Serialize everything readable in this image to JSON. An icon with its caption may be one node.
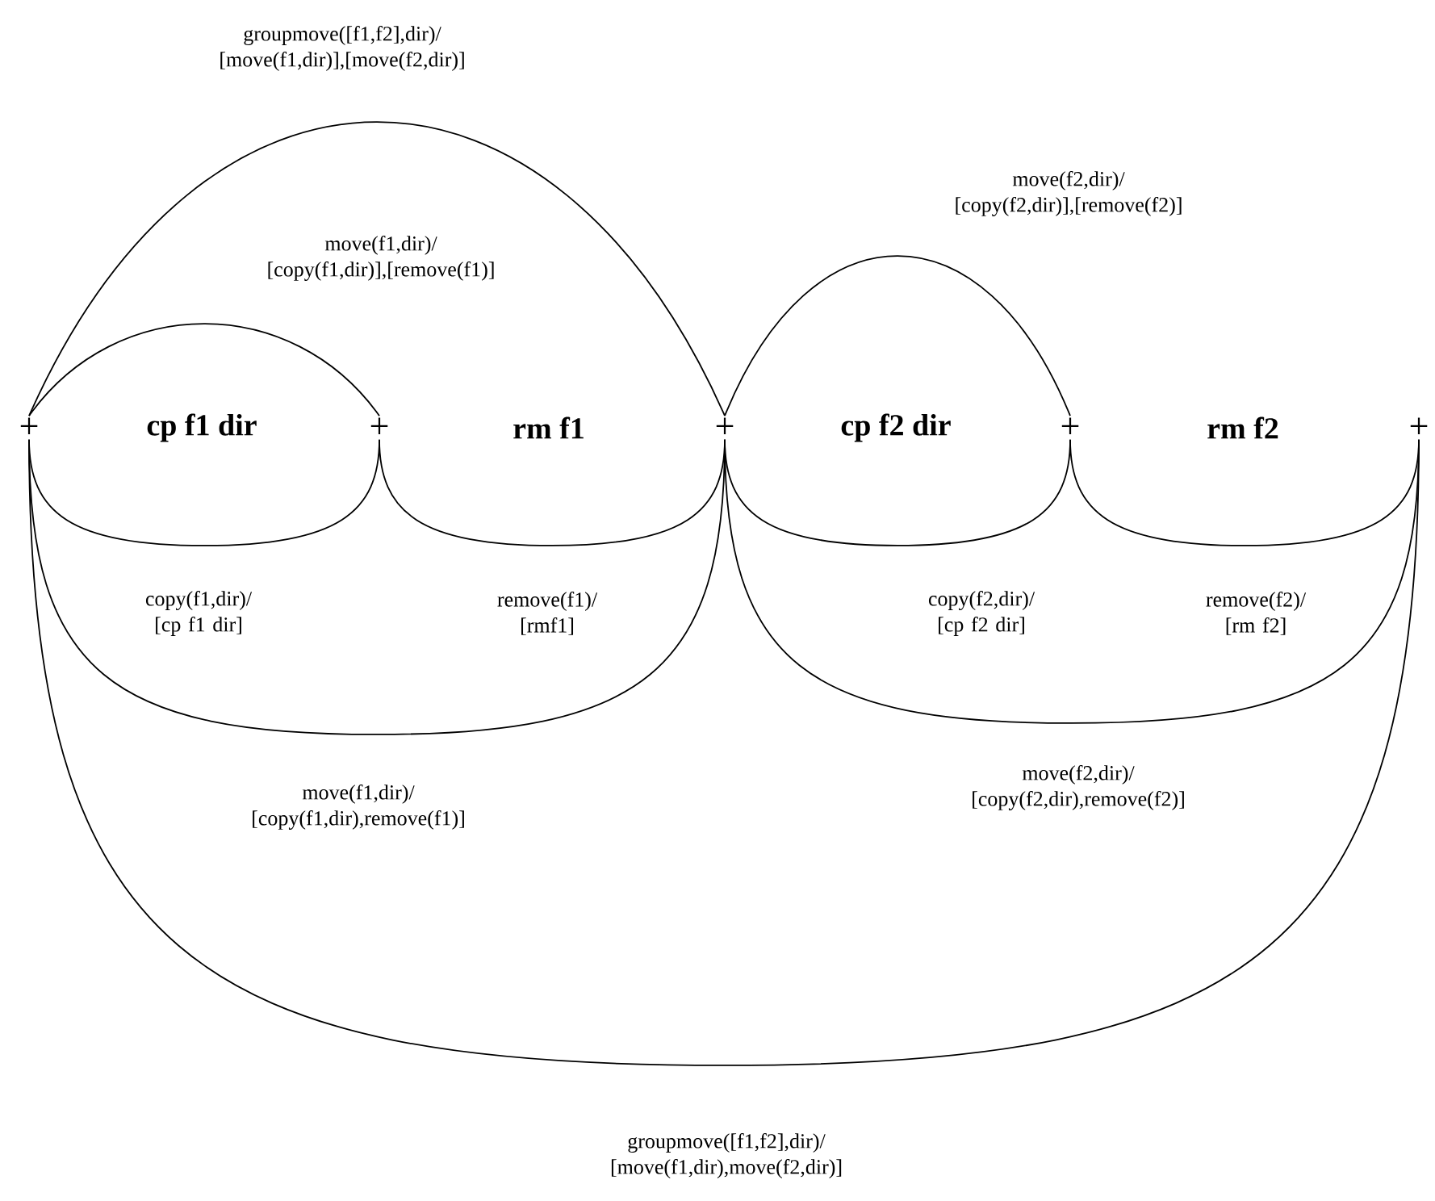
{
  "diagram": {
    "nodes": [
      {
        "text": [
          "+"
        ]
      },
      {
        "text": [
          "+"
        ]
      },
      {
        "text": [
          "+"
        ]
      },
      {
        "text": [
          "+"
        ]
      },
      {
        "text": [
          "+"
        ]
      }
    ],
    "edges": [
      {
        "from": 0,
        "to": 2,
        "arrow": "none",
        "label": "groupmove([f1,f2],dir)/ [move(f1,dir)],[move(f2,dir)]"
      },
      {
        "from": 0,
        "to": 1,
        "arrow": "none",
        "label": "move(f1,dir)/ [copy(f1,dir)],[remove(f1)]"
      },
      {
        "from": 2,
        "to": 3,
        "arrow": "none",
        "label": "move(f2,dir)/ [copy(f2,dir)],[remove(f2)]"
      },
      {
        "from": 0,
        "to": 1,
        "arrow": "none",
        "label": "copy(f1,dir)/ [cp f1 dir]"
      },
      {
        "from": 1,
        "to": 2,
        "arrow": "none",
        "label": "remove(f1)/ [rmf1]"
      },
      {
        "from": 2,
        "to": 3,
        "arrow": "none",
        "label": "copy(f2,dir)/ [cp f2 dir]"
      },
      {
        "from": 3,
        "to": 4,
        "arrow": "none",
        "label": "remove(f2)/ [rm f2]"
      },
      {
        "from": 0,
        "to": 2,
        "arrow": "none",
        "label": "move(f1,dir)/ [copy(f1,dir),remove(f1)]"
      },
      {
        "from": 2,
        "to": 4,
        "arrow": "none",
        "label": "move(f2,dir)/ [copy(f2,dir),remove(f2)]"
      },
      {
        "from": 0,
        "to": 4,
        "arrow": "none",
        "label": "groupmove([f1,f2],dir)/ [move(f1,dir),move(f2,dir)]"
      }
    ],
    "labels": [
      "cp f1 dir",
      "rm f1",
      "cp f2 dir",
      "rm f2"
    ]
  }
}
